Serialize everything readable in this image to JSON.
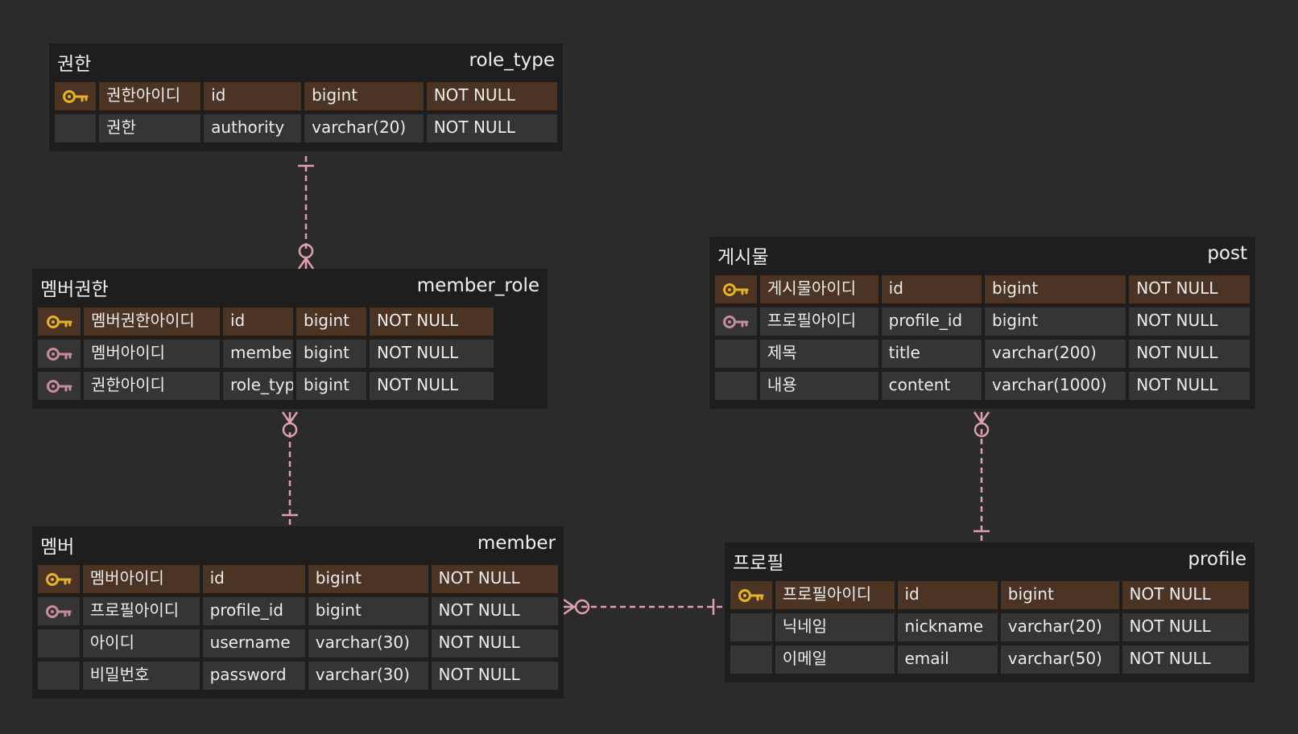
{
  "colors": {
    "background": "#2b2b2b",
    "entity_bg": "#1e1e1e",
    "cell_bg": "#353535",
    "pk_row_bg": "#4c3424",
    "pk_key": "#e6b422",
    "fk_key": "#c98c9a",
    "relation_line": "#e0a0ae"
  },
  "entities": [
    {
      "id": "role_type",
      "logical_name": "권한",
      "physical_name": "role_type",
      "columns": [
        {
          "key": "pk",
          "logical": "권한아이디",
          "physical": "id",
          "type": "bigint",
          "nullable": "NOT NULL"
        },
        {
          "key": "",
          "logical": "권한",
          "physical": "authority",
          "type": "varchar(20)",
          "nullable": "NOT NULL"
        }
      ]
    },
    {
      "id": "member_role",
      "logical_name": "멤버권한",
      "physical_name": "member_role",
      "columns": [
        {
          "key": "pk",
          "logical": "멤버권한아이디",
          "physical": "id",
          "type": "bigint",
          "nullable": "NOT NULL"
        },
        {
          "key": "fk",
          "logical": "멤버아이디",
          "physical": "member_id",
          "type": "bigint",
          "nullable": "NOT NULL"
        },
        {
          "key": "fk",
          "logical": "권한아이디",
          "physical": "role_type_id",
          "type": "bigint",
          "nullable": "NOT NULL"
        }
      ]
    },
    {
      "id": "member",
      "logical_name": "멤버",
      "physical_name": "member",
      "columns": [
        {
          "key": "pk",
          "logical": "멤버아이디",
          "physical": "id",
          "type": "bigint",
          "nullable": "NOT NULL"
        },
        {
          "key": "fk",
          "logical": "프로필아이디",
          "physical": "profile_id",
          "type": "bigint",
          "nullable": "NOT NULL"
        },
        {
          "key": "",
          "logical": "아이디",
          "physical": "username",
          "type": "varchar(30)",
          "nullable": "NOT NULL"
        },
        {
          "key": "",
          "logical": "비밀번호",
          "physical": "password",
          "type": "varchar(30)",
          "nullable": "NOT NULL"
        }
      ]
    },
    {
      "id": "post",
      "logical_name": "게시물",
      "physical_name": "post",
      "columns": [
        {
          "key": "pk",
          "logical": "게시물아이디",
          "physical": "id",
          "type": "bigint",
          "nullable": "NOT NULL"
        },
        {
          "key": "fk",
          "logical": "프로필아이디",
          "physical": "profile_id",
          "type": "bigint",
          "nullable": "NOT NULL"
        },
        {
          "key": "",
          "logical": "제목",
          "physical": "title",
          "type": "varchar(200)",
          "nullable": "NOT NULL"
        },
        {
          "key": "",
          "logical": "내용",
          "physical": "content",
          "type": "varchar(1000)",
          "nullable": "NOT NULL"
        }
      ]
    },
    {
      "id": "profile",
      "logical_name": "프로필",
      "physical_name": "profile",
      "columns": [
        {
          "key": "pk",
          "logical": "프로필아이디",
          "physical": "id",
          "type": "bigint",
          "nullable": "NOT NULL"
        },
        {
          "key": "",
          "logical": "닉네임",
          "physical": "nickname",
          "type": "varchar(20)",
          "nullable": "NOT NULL"
        },
        {
          "key": "",
          "logical": "이메일",
          "physical": "email",
          "type": "varchar(50)",
          "nullable": "NOT NULL"
        }
      ]
    }
  ],
  "relationships": [
    {
      "from": "role_type",
      "to": "member_role",
      "from_cardinality": "one",
      "to_cardinality": "zero-or-many"
    },
    {
      "from": "member",
      "to": "member_role",
      "from_cardinality": "one",
      "to_cardinality": "zero-or-many"
    },
    {
      "from": "profile",
      "to": "post",
      "from_cardinality": "one",
      "to_cardinality": "zero-or-many"
    },
    {
      "from": "profile",
      "to": "member",
      "from_cardinality": "one",
      "to_cardinality": "zero-or-many"
    }
  ]
}
